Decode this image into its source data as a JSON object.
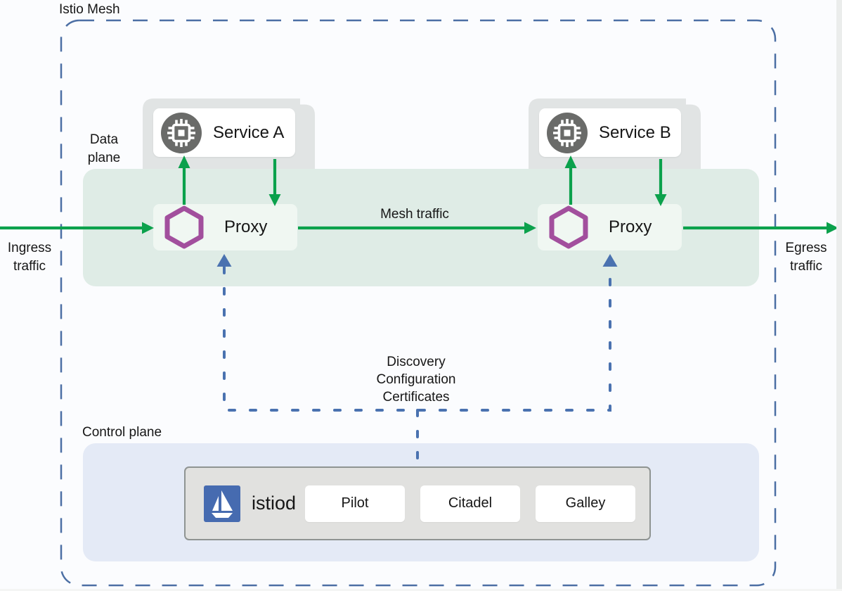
{
  "title": "Istio Mesh",
  "labels": {
    "data_plane": "Data plane",
    "control_plane": "Control plane",
    "mesh_traffic": "Mesh traffic",
    "ingress": [
      "Ingress",
      "traffic"
    ],
    "egress": [
      "Egress",
      "traffic"
    ],
    "discovery_lines": [
      "Discovery",
      "Configuration",
      "Certificates"
    ]
  },
  "pods": [
    {
      "service": "Service A",
      "proxy": "Proxy"
    },
    {
      "service": "Service B",
      "proxy": "Proxy"
    }
  ],
  "control_plane": {
    "daemon": "istiod",
    "components": [
      "Pilot",
      "Citadel",
      "Galley"
    ]
  },
  "icons": {
    "service": "chip-icon",
    "proxy": "envoy-hexagon-icon",
    "istiod": "istio-sailboat-logo-icon"
  },
  "colors": {
    "mesh_border_blue": "#4c6fa4",
    "connector_blue": "#4a72b0",
    "traffic_green": "#0ba14c",
    "data_plane_band_green": "#dfece6",
    "control_plane_bg": "#e4eaf6",
    "pod_gray": "#e6e8e6",
    "proxy_card_bg": "#f0f7f2",
    "hexagon_purple": "#a24f9d",
    "istio_logo_blue": "#466bb0",
    "service_icon_gray": "#6a6b69"
  }
}
